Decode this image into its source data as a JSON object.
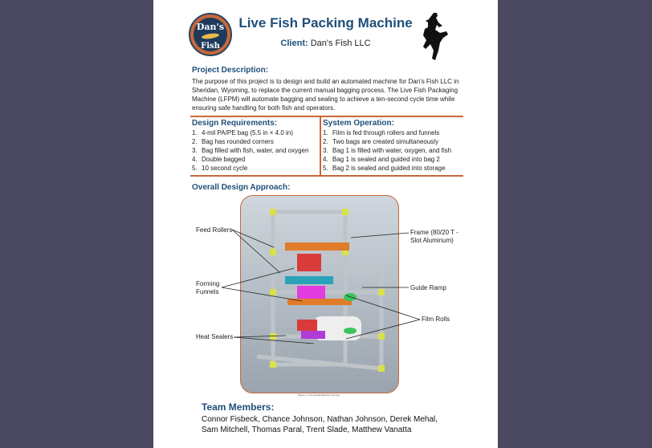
{
  "header": {
    "logo_line1": "Dan's",
    "logo_line2": "Fish",
    "title": "Live Fish Packing Machine",
    "client_label": "Client:",
    "client_name": "Dan's Fish LLC"
  },
  "description": {
    "heading": "Project Description:",
    "text": "The purpose of this project is to design and build an automated machine for Dan's Fish LLC in Sheridan, Wyoming, to replace the current manual bagging process. The Live Fish Packaging Machine (LFPM) will automate bagging and sealing to achieve a ten-second cycle time while ensuring safe handling for both fish and operators."
  },
  "requirements": {
    "heading": "Design Requirements:",
    "items": [
      {
        "n": "1.",
        "text": "4-mil PA/PE bag (5.5 in × 4.0 in)"
      },
      {
        "n": "2.",
        "text": "Bag has rounded corners"
      },
      {
        "n": "3.",
        "text": "Bag filled with fish, water, and oxygen"
      },
      {
        "n": "4.",
        "text": "Double bagged"
      },
      {
        "n": "5.",
        "text": "10 second cycle"
      }
    ]
  },
  "operation": {
    "heading": "System Operation:",
    "items": [
      {
        "n": "1.",
        "text": "Film is fed through rollers and funnels"
      },
      {
        "n": "2.",
        "text": "Two bags are created simultaneously"
      },
      {
        "n": "3.",
        "text": "Bag 1 is filled with water, oxygen, and fish"
      },
      {
        "n": "4.",
        "text": "Bag 1 is sealed and guided into bag 2"
      },
      {
        "n": "5.",
        "text": "Bag 2 is sealed and guided into storage"
      }
    ]
  },
  "approach": {
    "heading": "Overall Design Approach:",
    "caption": "Figure 1: Conceptual Machine Concept",
    "labels": {
      "feed_rollers": "Feed Rollers",
      "forming_funnels_1": "Forming",
      "forming_funnels_2": "Funnels",
      "heat_sealers": "Heat Sealers",
      "frame_1": "Frame (80/20 T -",
      "frame_2": "Slot Aluminum)",
      "guide_ramp": "Guide Ramp",
      "film_rolls": "Film Rolls"
    }
  },
  "team": {
    "heading": "Team Members:",
    "line1": "Connor Fisbeck, Chance Johnson, Nathan Johnson, Derek Mehal,",
    "line2": "Sam Mitchell, Thomas Paral, Trent Slade, Matthew Vanatta"
  },
  "colors": {
    "accent": "#c8683a",
    "heading": "#1f4f7a",
    "background": "#4a4760"
  }
}
